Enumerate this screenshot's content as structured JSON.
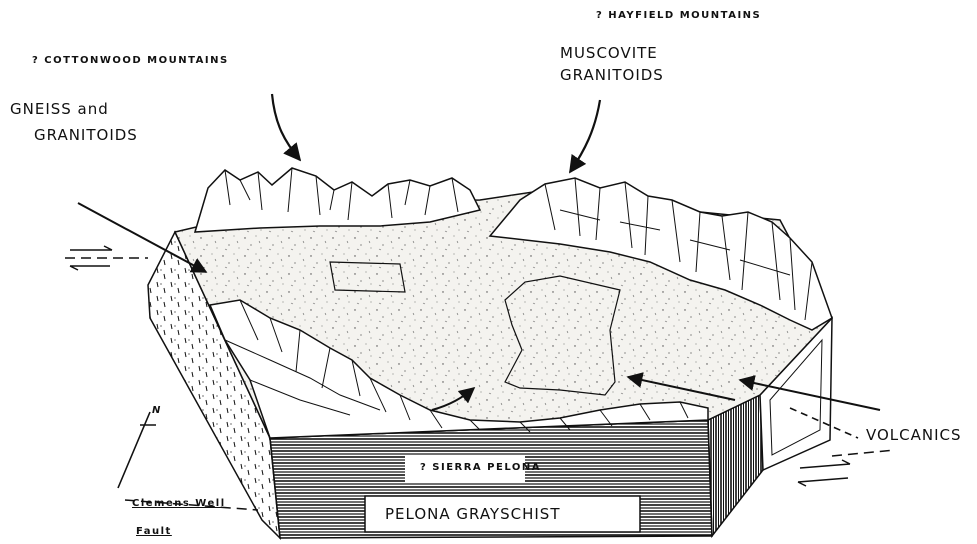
{
  "labels": {
    "hayfield": "? HAYFIELD MOUNTAINS",
    "cottonwood": "? COTTONWOOD   MOUNTAINS",
    "muscovite_line1": "MUSCOVITE",
    "muscovite_line2": "GRANITOIDS",
    "gneiss_line1": "GNEISS   and",
    "gneiss_line2": "GRANITOIDS",
    "volcanics": "VOLCANICS",
    "sierra_pelona": "? SIERRA PELONA",
    "pelona_grayschist": "PELONA    GRAYSCHIST",
    "clemens_well": "Clemens  Well",
    "fault": "Fault",
    "north": "N"
  },
  "colors": {
    "ink": "#111111",
    "paper": "#ffffff",
    "surface": "#f4f3ef"
  }
}
